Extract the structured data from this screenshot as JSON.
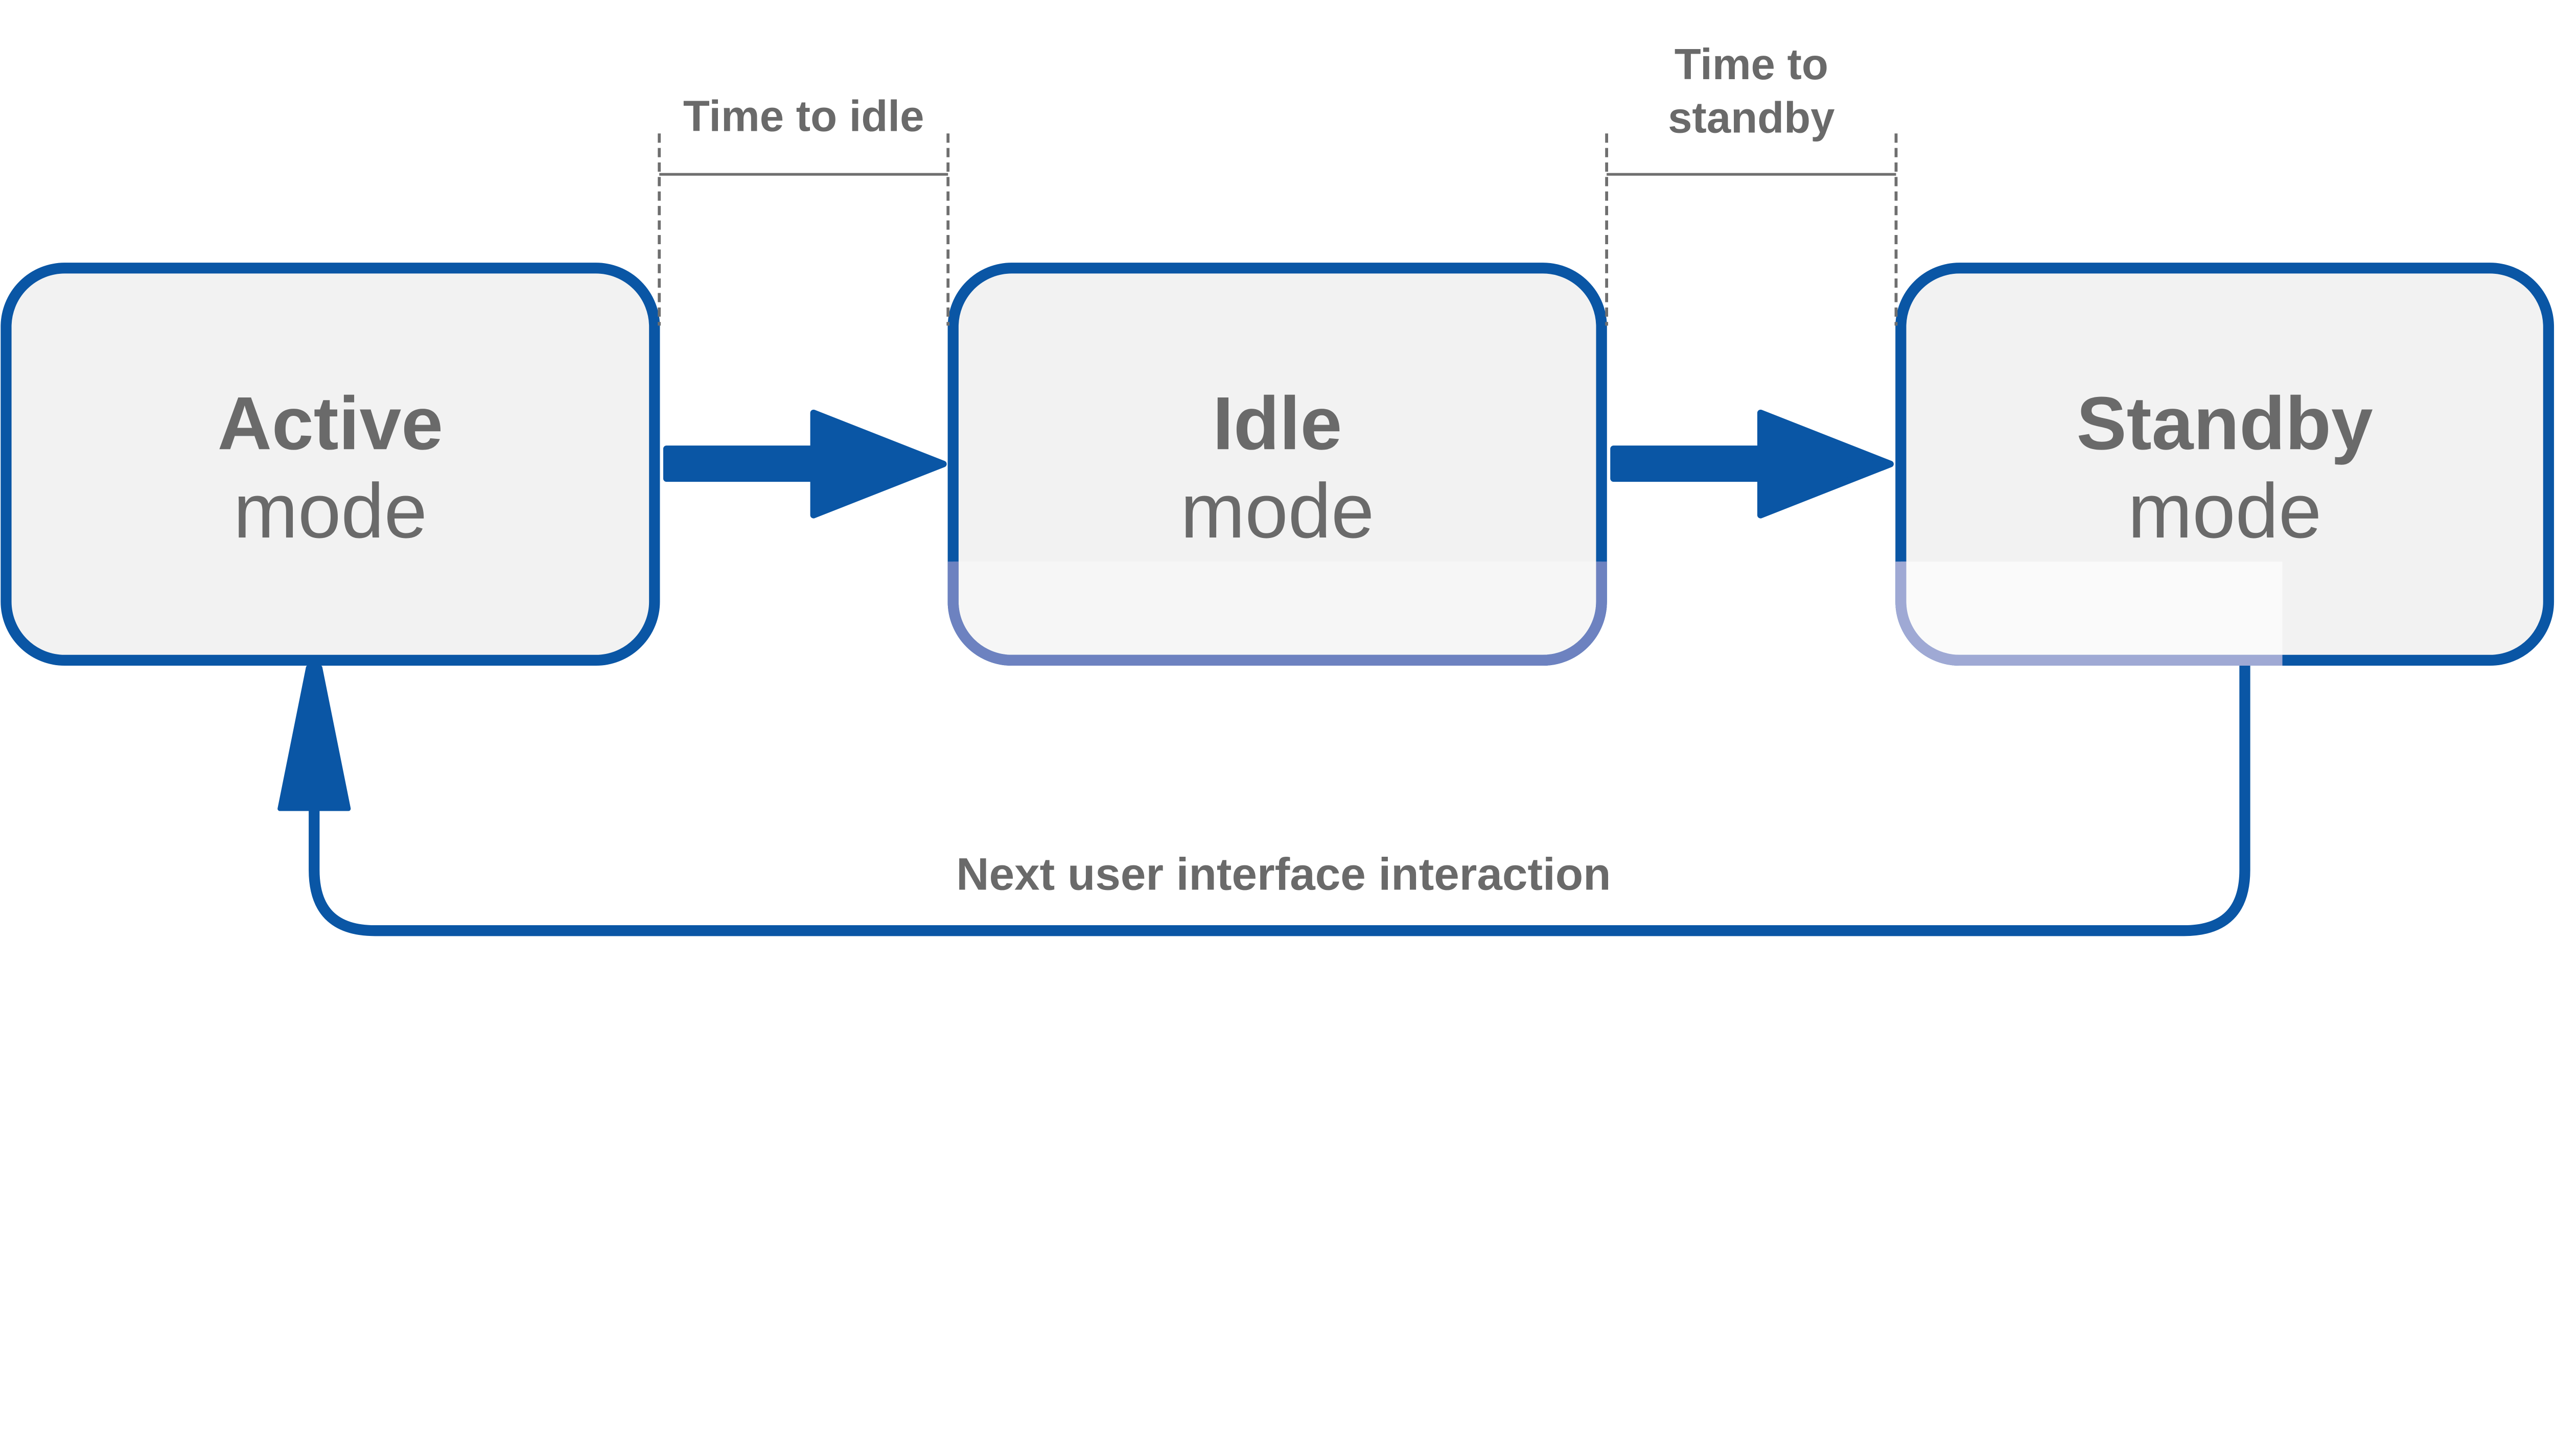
{
  "nodes": [
    {
      "id": "active",
      "title": "Active",
      "subtitle": "mode"
    },
    {
      "id": "idle",
      "title": "Idle",
      "subtitle": "mode"
    },
    {
      "id": "standby",
      "title": "Standby",
      "subtitle": "mode"
    }
  ],
  "annotations": {
    "time_to_idle": {
      "label": "Time to idle"
    },
    "time_to_standby": {
      "line1": "Time to",
      "line2": "standby"
    },
    "return_transition": {
      "label": "Next user interface interaction"
    }
  },
  "colors": {
    "accent_blue": "#0a56a5",
    "box_fill": "#f2f2f2",
    "idle_faded_border": "#6d82c0",
    "standby_faded_border": "#9fa9d4",
    "text_gray": "#6a6a6a",
    "guide_gray": "#6f6f6f",
    "background": "#ffffff"
  }
}
